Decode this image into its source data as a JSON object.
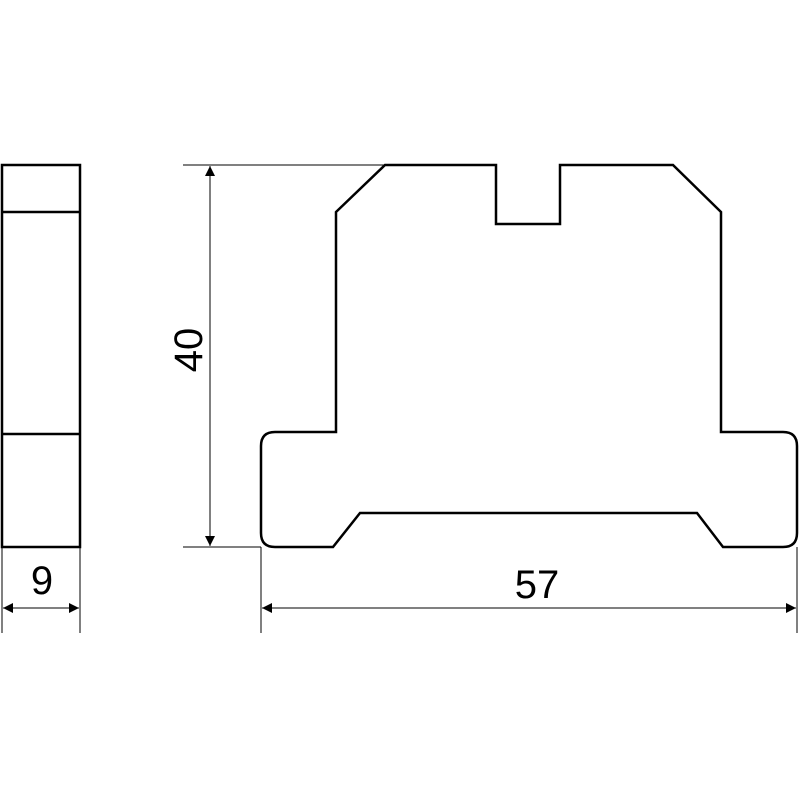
{
  "drawing": {
    "width_dimension": "57",
    "height_dimension": "40",
    "thickness_dimension": "9"
  },
  "colors": {
    "line": "#000000",
    "background": "#ffffff"
  }
}
